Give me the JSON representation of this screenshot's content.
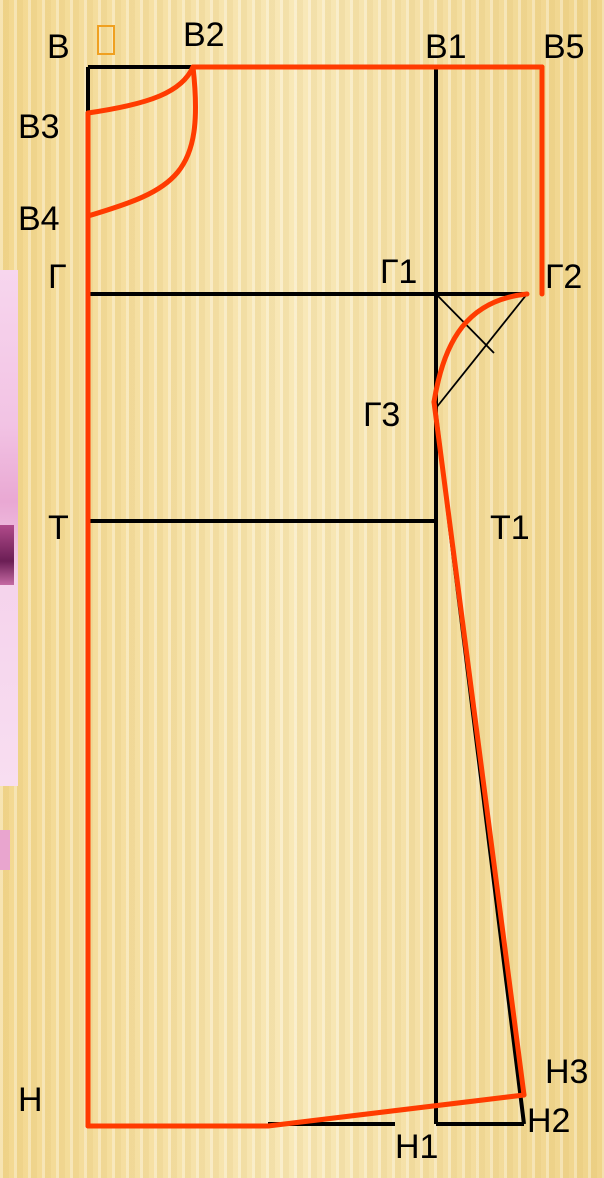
{
  "labels": {
    "B": "В",
    "B1": "В1",
    "B2": "В2",
    "B3": "В3",
    "B4": "В4",
    "B5": "В5",
    "G": "Г",
    "G1": "Г1",
    "G2": "Г2",
    "G3": "Г3",
    "T": "Т",
    "T1": "Т1",
    "H": "Н",
    "H1": "Н1",
    "H2": "Н2",
    "H3": "Н3"
  },
  "colors": {
    "construction_line": "#000000",
    "pattern_outline": "#ff3b00",
    "symbol_box": "#f0a020",
    "background": "#f6e3a6"
  },
  "symbol": "missing-glyph-box"
}
